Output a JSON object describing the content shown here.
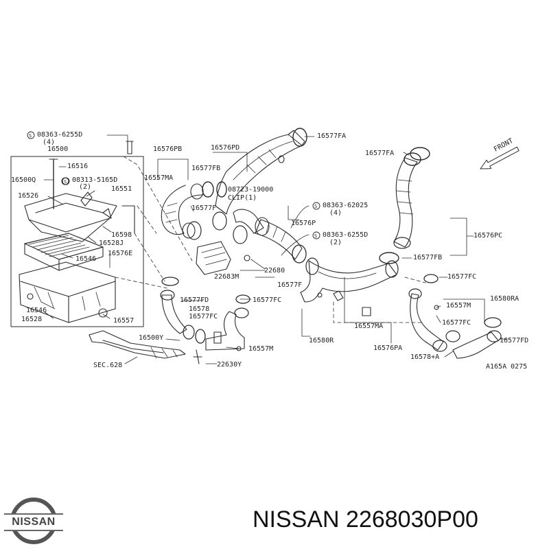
{
  "caption": "NISSAN 2268030P00",
  "logo": {
    "text": "NISSAN",
    "icon": "nissan-logo-icon"
  },
  "labels": [
    "08363-6255D",
    "(4)",
    "16500",
    "16516",
    "16500Q",
    "08313-5165D",
    "(2)",
    "16551",
    "16526",
    "16598",
    "16528J",
    "16546",
    "16576E",
    "16546",
    "16528",
    "16557",
    "16576PB",
    "16576PD",
    "16557MA",
    "16577FB",
    "08723-19000",
    "CLIP(1)",
    "16577F",
    "16577FA",
    "16577FA",
    "FRONT",
    "08363-62025",
    "(4)",
    "16576P",
    "08363-6255D",
    "(2)",
    "16576PC",
    "16577FB",
    "22680",
    "22683M",
    "16577F",
    "16577FC",
    "16577FD",
    "16577FC",
    "16578",
    "16577FC",
    "16557M",
    "16580R",
    "16557MA",
    "16576PA",
    "16557M",
    "16580RA",
    "16577FC",
    "16577FD",
    "16578+A",
    "A165A 0275",
    "16500Y",
    "SEC.628",
    "22630Y"
  ]
}
